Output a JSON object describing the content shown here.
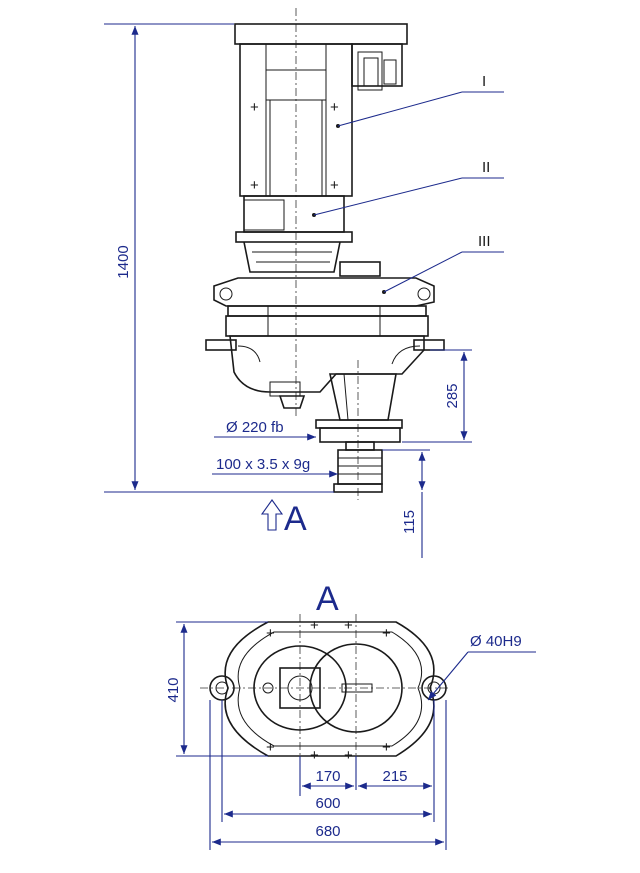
{
  "labels": {
    "height_total": "1400",
    "part_1": "I",
    "part_2": "II",
    "part_3": "III",
    "dim_285": "285",
    "dim_115": "115",
    "flange": "Ø 220 fb",
    "spline": "100 x 3.5 x 9g",
    "view_arrow_label": "A",
    "view_title": "A",
    "hole": "Ø 40H9",
    "dim_410": "410",
    "dim_170": "170",
    "dim_215": "215",
    "dim_600": "600",
    "dim_680": "680"
  },
  "colors": {
    "dimension": "#1c2a8c",
    "outline": "#1a1a1a"
  }
}
